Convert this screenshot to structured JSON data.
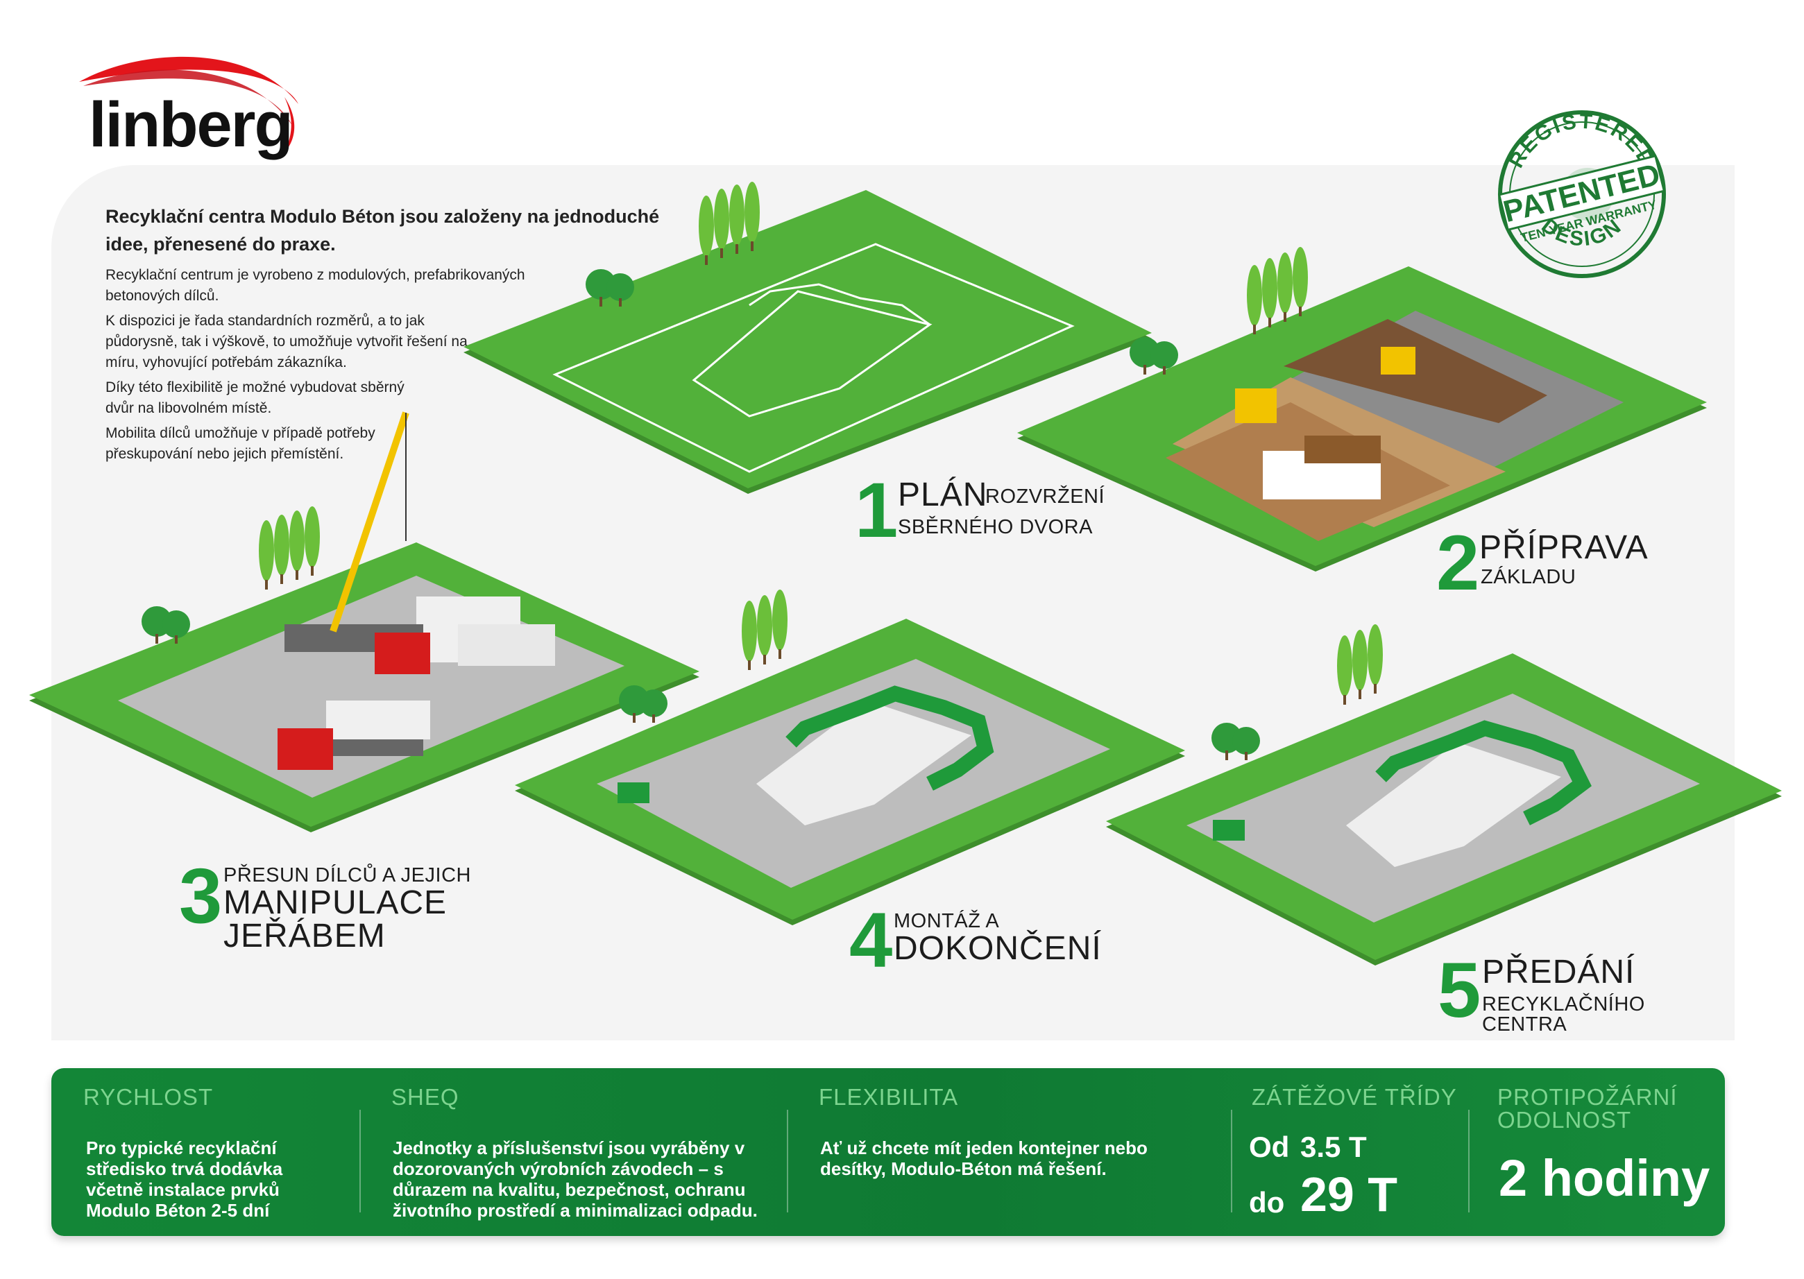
{
  "brand": {
    "name": "linberg",
    "accent_red": "#e3151b"
  },
  "intro": {
    "title": "Recyklační centra Modulo Béton jsou založeny na jednoduché idee, přenesené do praxe.",
    "paragraphs": [
      "Recyklační centrum je vyrobeno z modulových, prefabrikovaných betonových dílců.",
      "K dispozici je řada standardních rozměrů, a to jak půdorysně, tak i výškově, to umožňuje vytvořit řešení na míru, vyhovující potřebám zákazníka.",
      "Díky této flexibilitě je možné vybudovat sběrný dvůr na libovolném místě.",
      "Mobilita dílců umožňuje v případě potřeby přeskupování nebo jejich přemístění."
    ]
  },
  "seal": {
    "top": "REGISTERED",
    "middle": "PATENTED",
    "sub": "TEN-YEAR WARRANTY",
    "bottom": "DESIGN"
  },
  "steps": [
    {
      "number": "1",
      "big": "PLÁN",
      "small_a": "ROZVRŽENÍ",
      "small_b": "SBĚRNÉHO DVORA"
    },
    {
      "number": "2",
      "big": "PŘÍPRAVA",
      "small_a": "ZÁKLADU"
    },
    {
      "number": "3",
      "small_a": "PŘESUN DÍLCŮ A JEJICH",
      "big": "MANIPULACE JEŘÁBEM"
    },
    {
      "number": "4",
      "small_a": "MONTÁŽ A",
      "big": "DOKONČENÍ"
    },
    {
      "number": "5",
      "big": "PŘEDÁNÍ",
      "small_a": "RECYKLAČNÍHO CENTRA"
    }
  ],
  "colors": {
    "grass": "#4caf3a",
    "grass_dark": "#3b8f2c",
    "concrete": "#bdbdbd",
    "module_green": "#1f9a3a",
    "step_green": "#1f9a3a",
    "band_green": "#138637",
    "head_green": "#7dd48f"
  },
  "band": {
    "columns": [
      {
        "head": "RYCHLOST",
        "body": "Pro typické recyklační středisko trvá dodávka včetně instalace prvků Modulo Béton 2-5 dní"
      },
      {
        "head": "SHEQ",
        "body": "Jednotky a příslušenství jsou vyráběny v dozorovaných výrobních závodech – s důrazem na kvalitu, bezpečnost, ochranu životního prostředí a minimalizaci odpadu."
      },
      {
        "head": "FLEXIBILITA",
        "body": "Ať už chcete mít jeden kontejner nebo desítky, Modulo-Béton má řešení."
      },
      {
        "head": "ZÁTĚŽOVÉ TŘÍDY",
        "from_label": "Od",
        "from_value": "3.5 T",
        "to_label": "do",
        "to_value": "29 T"
      },
      {
        "head_a": "PROTIPOŽÁRNÍ",
        "head_b": "ODOLNOST",
        "value": "2 hodiny"
      }
    ]
  }
}
